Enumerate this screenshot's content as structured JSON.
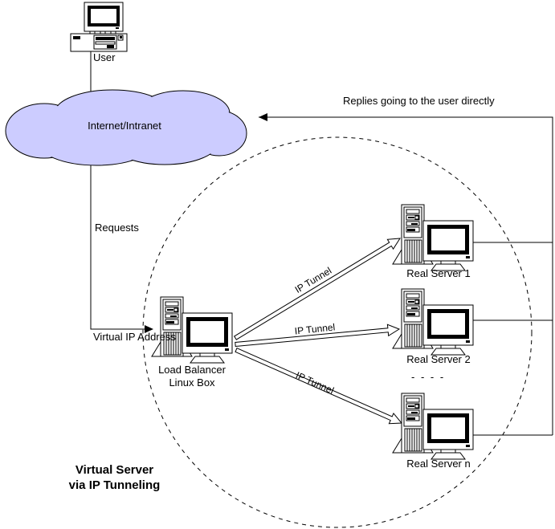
{
  "diagram": {
    "user": {
      "label": "User"
    },
    "cloud": {
      "label": "Internet/Intranet",
      "fill": "#ccccff"
    },
    "labels": {
      "replies": "Replies going to the user directly",
      "requests": "Requests",
      "virtual_ip": "Virtual IP Address",
      "ellipsis": "- - - -"
    },
    "load_balancer": {
      "line1": "Load Balancer",
      "line2": "Linux Box"
    },
    "servers": [
      {
        "label": "Real Server 1"
      },
      {
        "label": "Real Server 2"
      },
      {
        "label": "Real Server n"
      }
    ],
    "tunnels": [
      {
        "label": "IP Tunnel"
      },
      {
        "label": "IP Tunnel"
      },
      {
        "label": "IP Tunnel"
      }
    ],
    "title": {
      "line1": "Virtual Server",
      "line2": "via IP Tunneling"
    },
    "colors": {
      "line": "#000000",
      "background": "#ffffff",
      "cloud_fill": "#ccccff"
    }
  }
}
